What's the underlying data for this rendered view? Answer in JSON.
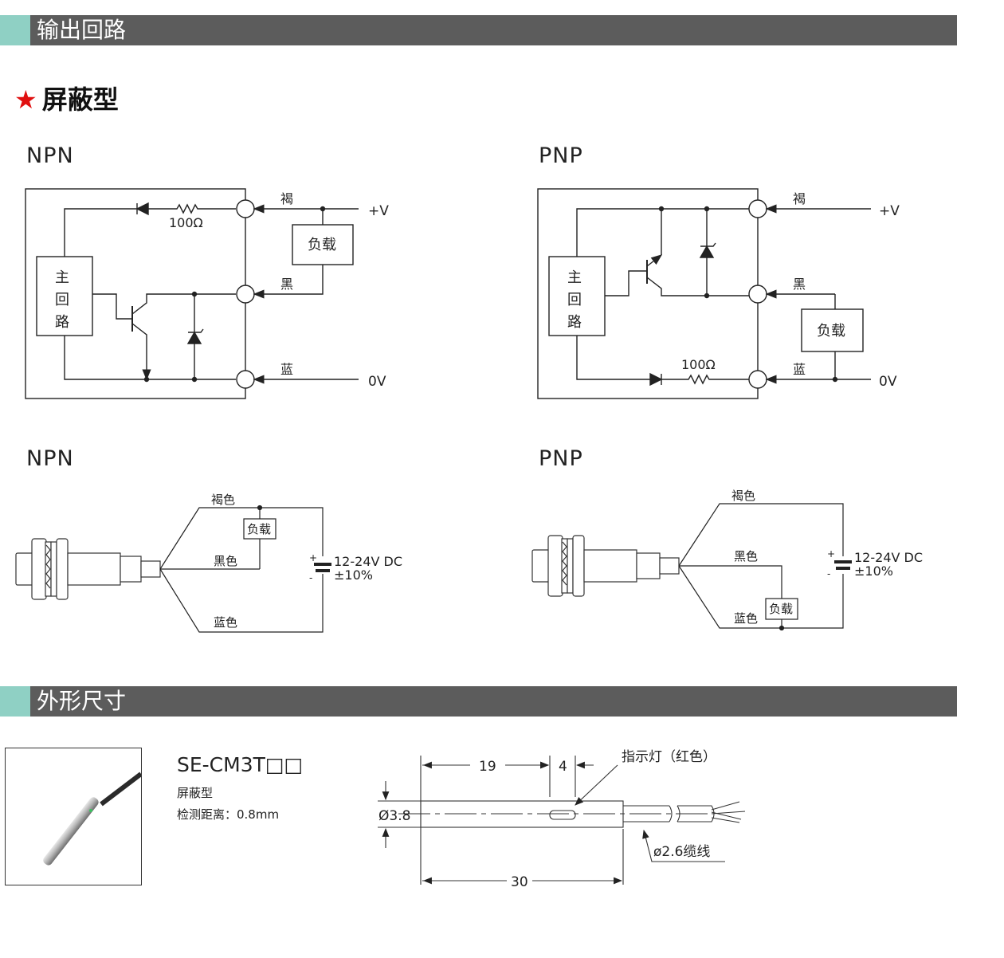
{
  "section_output": {
    "title": "输出回路"
  },
  "shielded": {
    "star": "★",
    "title": "屏蔽型"
  },
  "npn_label": "NPN",
  "pnp_label": "PNP",
  "circuit": {
    "brown": "褐",
    "black": "黑",
    "blue": "蓝",
    "plus_v": "+V",
    "zero_v": "0V",
    "load": "负载",
    "resistor": "100Ω",
    "main_circuit": [
      "主",
      "回",
      "路"
    ]
  },
  "wiring": {
    "brown": "褐色",
    "black": "黑色",
    "blue": "蓝色",
    "load": "负载",
    "supply_voltage": "12-24V DC",
    "supply_tolerance": "±10%",
    "plus": "+",
    "minus": "-"
  },
  "section_dimensions": {
    "title": "外形尺寸"
  },
  "product": {
    "model": "SE-CM3T□□",
    "type": "屏蔽型",
    "detection": "检测距离：0.8mm"
  },
  "dimensions": {
    "dim_19": "19",
    "dim_4": "4",
    "dim_30": "30",
    "diameter": "Ø3.8",
    "cable": "ø2.6缆线",
    "indicator": "指示灯（红色）"
  },
  "colors": {
    "bar": "#5c5c5c",
    "accent": "#8fd0c4",
    "star": "#e01010",
    "line": "#222222"
  }
}
